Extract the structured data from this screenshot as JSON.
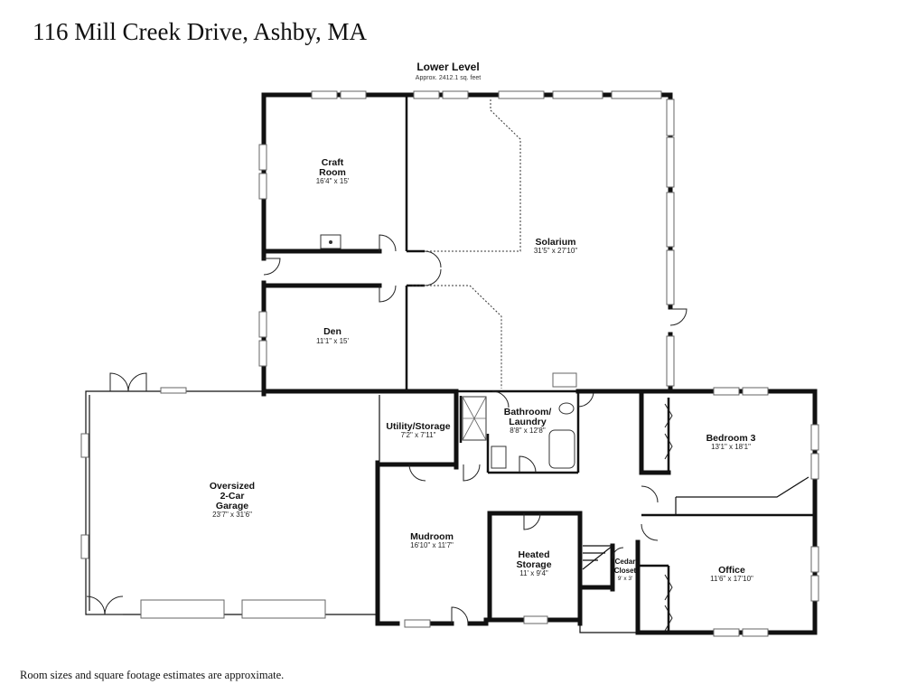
{
  "title": "116 Mill Creek Drive, Ashby, MA",
  "footnote": "Room sizes and square footage estimates are approximate.",
  "level": {
    "name": "Lower Level",
    "area": "Approx. 2412.1 sq. feet"
  },
  "rooms": {
    "craft_room": {
      "name_line1": "Craft",
      "name_line2": "Room",
      "dims": "16'4\" x 15'"
    },
    "solarium": {
      "name": "Solarium",
      "dims": "31'5\" x 27'10\""
    },
    "den": {
      "name": "Den",
      "dims": "11'1\" x 15'"
    },
    "garage": {
      "name_line1": "Oversized",
      "name_line2": "2-Car",
      "name_line3": "Garage",
      "dims": "23'7\" x 31'6\""
    },
    "utility": {
      "name": "Utility/Storage",
      "dims": "7'2\" x 7'11\""
    },
    "bathroom": {
      "name_line1": "Bathroom/",
      "name_line2": "Laundry",
      "dims": "8'8\" x 12'8\""
    },
    "bedroom3": {
      "name": "Bedroom 3",
      "dims": "13'1\" x 18'1\""
    },
    "mudroom": {
      "name": "Mudroom",
      "dims": "16'10\" x 11'7\""
    },
    "heated_storage": {
      "name_line1": "Heated",
      "name_line2": "Storage",
      "dims": "11' x 9'4\""
    },
    "cedar_closet": {
      "name_line1": "Cedar",
      "name_line2": "Closet",
      "dims": "9' x 3'"
    },
    "office": {
      "name": "Office",
      "dims": "11'6\" x 17'10\""
    }
  }
}
